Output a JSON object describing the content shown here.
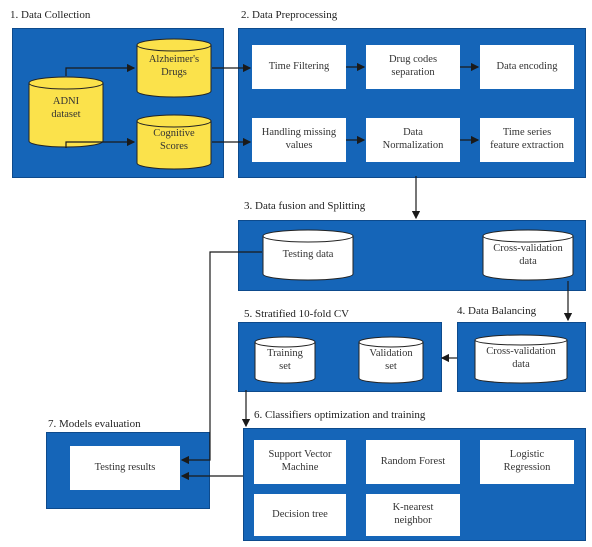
{
  "sections": {
    "s1": "1. Data Collection",
    "s2": "2. Data Preprocessing",
    "s3": "3. Data fusion and Splitting",
    "s4": "4. Data Balancing",
    "s5": "5. Stratified 10-fold CV",
    "s6": "6. Classifiers optimization and training",
    "s7": "7. Models evaluation"
  },
  "collection": {
    "adni_l1": "ADNI",
    "adni_l2": "dataset",
    "drugs_l1": "Alzheimer's",
    "drugs_l2": "Drugs",
    "cog_l1": "Cognitive",
    "cog_l2": "Scores"
  },
  "preprocessing": {
    "time_filtering": "Time Filtering",
    "drug_codes_l1": "Drug codes",
    "drug_codes_l2": "separation",
    "data_encoding": "Data encoding",
    "missing_l1": "Handling missing",
    "missing_l2": "values",
    "norm_l1": "Data",
    "norm_l2": "Normalization",
    "tsfe_l1": "Time series",
    "tsfe_l2": "feature extraction"
  },
  "fusion": {
    "testing_data": "Testing data",
    "cv_l1": "Cross-validation",
    "cv_l2": "data"
  },
  "balancing": {
    "cv_l1": "Cross-validation",
    "cv_l2": "data"
  },
  "stratified": {
    "training_l1": "Training",
    "training_l2": "set",
    "validation_l1": "Validation",
    "validation_l2": "set"
  },
  "classifiers": {
    "svm_l1": "Support Vector",
    "svm_l2": "Machine",
    "rf": "Random Forest",
    "lr_l1": "Logistic",
    "lr_l2": "Regression",
    "dt": "Decision tree",
    "knn_l1": "K-nearest",
    "knn_l2": "neighbor"
  },
  "evaluation": {
    "testing_results": "Testing results"
  }
}
